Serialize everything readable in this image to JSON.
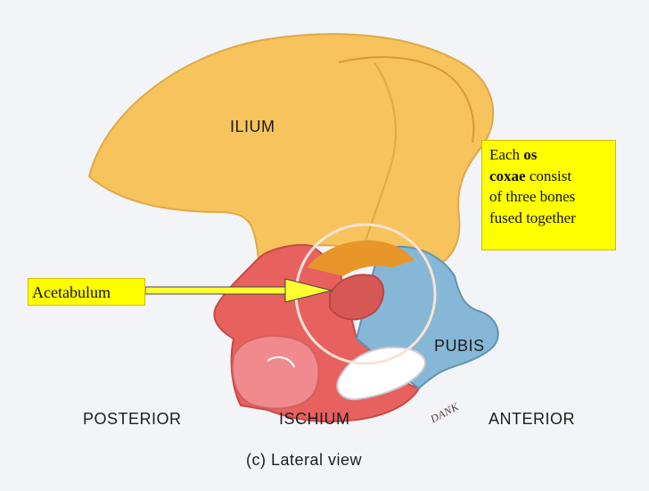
{
  "labels": {
    "ilium": "ILIUM",
    "pubis": "PUBIS",
    "ischium": "ISCHIUM",
    "posterior": "POSTERIOR",
    "anterior": "ANTERIOR",
    "caption": "(c) Lateral view",
    "signature": "DANK"
  },
  "callout": {
    "acetabulum": "Acetabulum",
    "note_part1": "Each ",
    "note_bold1": "os",
    "note_bold2": "coxae",
    "note_part2": " consist",
    "note_line3": "of three bones",
    "note_line4": "fused together"
  },
  "colors": {
    "ilium": "#f7c35c",
    "ischium": "#e7615e",
    "pubis": "#86b7d6",
    "acetabulum_top": "#e8962a",
    "callout_bg": "#ffff00",
    "arrow": "#ffff33"
  }
}
